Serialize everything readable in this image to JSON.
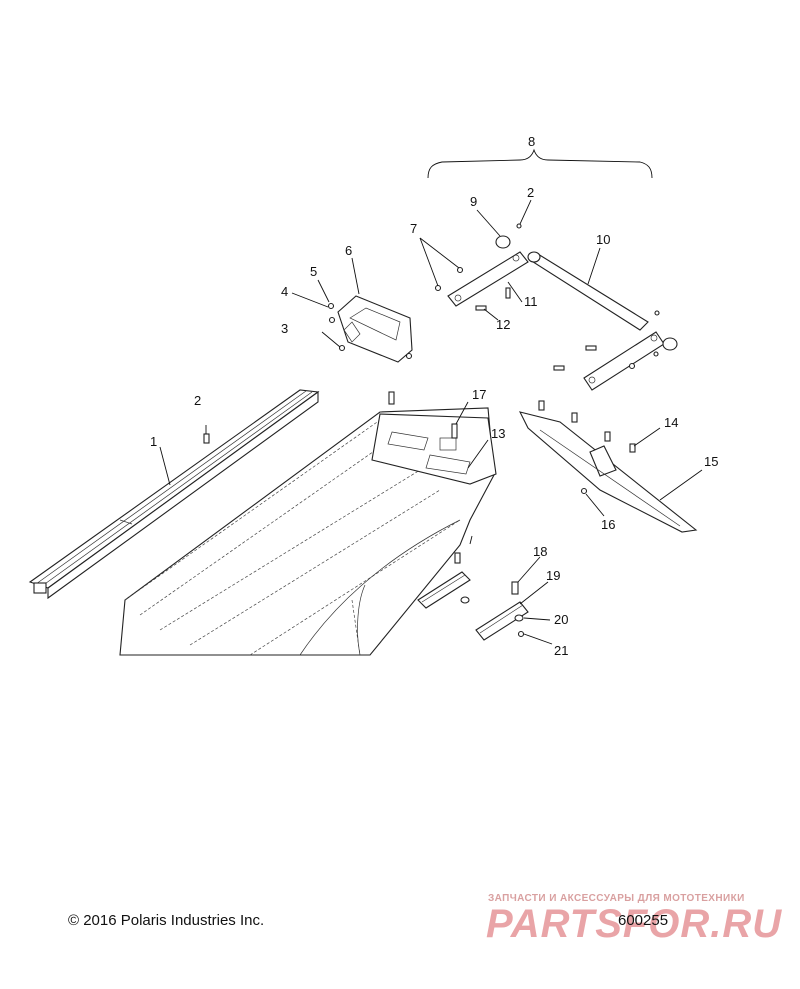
{
  "callouts": [
    {
      "label": "1"
    },
    {
      "label": "2"
    },
    {
      "label": "3"
    },
    {
      "label": "4"
    },
    {
      "label": "5"
    },
    {
      "label": "6"
    },
    {
      "label": "7"
    },
    {
      "label": "8"
    },
    {
      "label": "9"
    },
    {
      "label": "2"
    },
    {
      "label": "10"
    },
    {
      "label": "11"
    },
    {
      "label": "12"
    },
    {
      "label": "13"
    },
    {
      "label": "14"
    },
    {
      "label": "15"
    },
    {
      "label": "16"
    },
    {
      "label": "17"
    },
    {
      "label": "18"
    },
    {
      "label": "19"
    },
    {
      "label": "20"
    },
    {
      "label": "21"
    }
  ],
  "footer": {
    "copyright": "© 2016 Polaris Industries Inc.",
    "figure_number": "600255"
  },
  "watermark": {
    "tagline": "ЗАПЧАСТИ И АКСЕССУАРЫ ДЛЯ МОТОТЕХНИКИ",
    "brand": "PARTSFOR.RU"
  }
}
